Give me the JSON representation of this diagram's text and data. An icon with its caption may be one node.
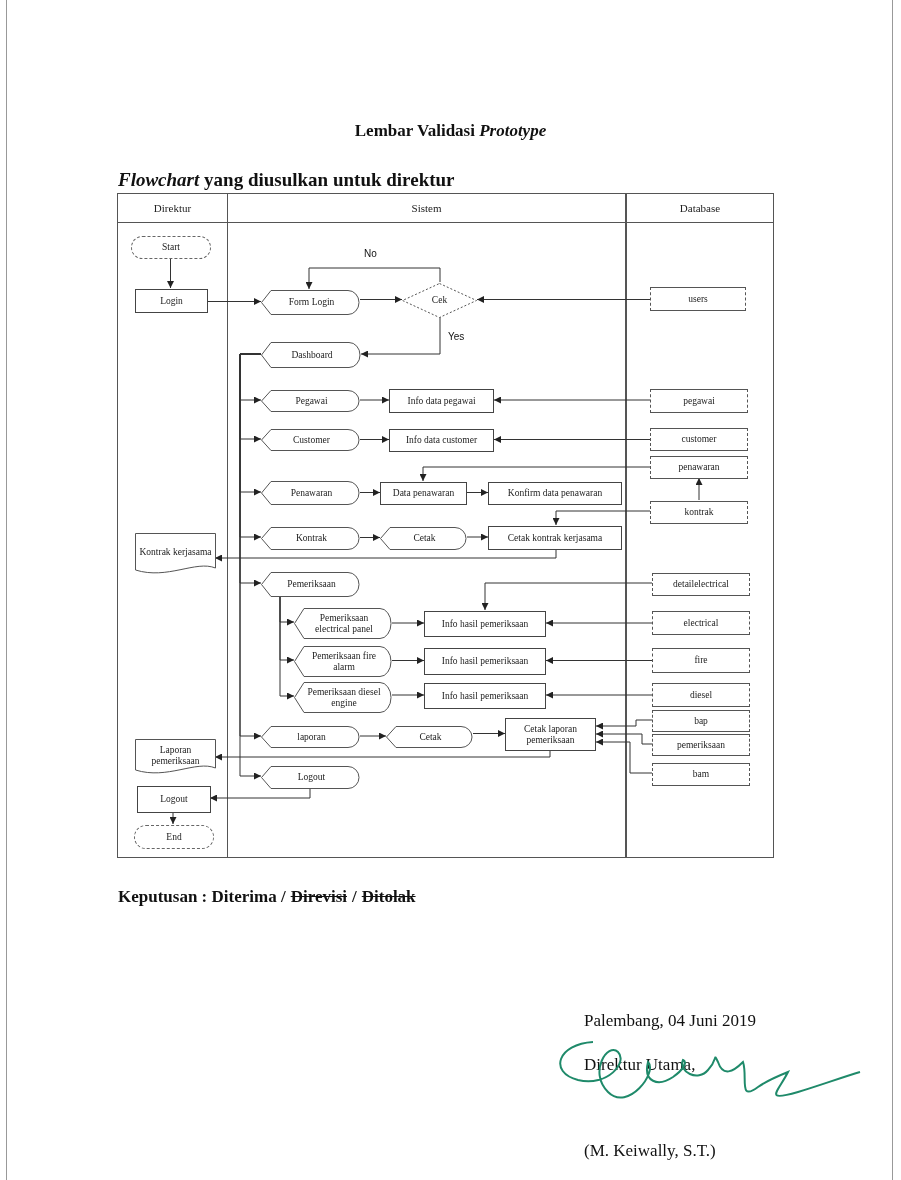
{
  "diagram": {
    "title": "Lembar Validasi *Prototype*",
    "nodes": [
      {
        "text": [
          "Direktur"
        ]
      },
      {
        "text": [
          "Sistem"
        ]
      },
      {
        "text": [
          "Database"
        ]
      },
      {
        "text": [
          "Start"
        ],
        "in": 0
      },
      {
        "text": [
          "Login"
        ],
        "in": 0
      },
      {
        "text": [
          "Form Login"
        ],
        "in": 1
      },
      {
        "text": [
          "Cek"
        ],
        "in": 1
      },
      {
        "text": [
          "users"
        ],
        "in": 2
      },
      {
        "text": [
          "Dashboard"
        ],
        "in": 1
      },
      {
        "text": [
          "Pegawai"
        ],
        "in": 1
      },
      {
        "text": [
          "Info data pegawai"
        ],
        "in": 1
      },
      {
        "text": [
          "pegawai"
        ],
        "in": 2
      },
      {
        "text": [
          "Customer"
        ],
        "in": 1
      },
      {
        "text": [
          "Info data customer"
        ],
        "in": 1
      },
      {
        "text": [
          "customer"
        ],
        "in": 2
      },
      {
        "text": [
          "penawaran"
        ],
        "in": 2
      },
      {
        "text": [
          "Penawaran"
        ],
        "in": 1
      },
      {
        "text": [
          "Data penawaran"
        ],
        "in": 1
      },
      {
        "text": [
          "Konfirm data penawaran"
        ],
        "in": 1
      },
      {
        "text": [
          "kontrak"
        ],
        "in": 2
      },
      {
        "text": [
          "Kontrak"
        ],
        "in": 1
      },
      {
        "text": [
          "Cetak"
        ],
        "in": 1
      },
      {
        "text": [
          "Cetak kontrak kerjasama"
        ],
        "in": 1
      },
      {
        "text": [
          "Kontrak kerjasama"
        ],
        "in": 0
      },
      {
        "text": [
          "Pemeriksaan"
        ],
        "in": 1
      },
      {
        "text": [
          "detailelectrical"
        ],
        "in": 2
      },
      {
        "text": [
          "Pemeriksaan electrical panel"
        ],
        "in": 1
      },
      {
        "text": [
          "Info hasil pemeriksaan"
        ],
        "in": 1
      },
      {
        "text": [
          "electrical"
        ],
        "in": 2
      },
      {
        "text": [
          "Pemeriksaan fire alarm"
        ],
        "in": 1
      },
      {
        "text": [
          "Info hasil pemeriksaan"
        ],
        "in": 1
      },
      {
        "text": [
          "fire"
        ],
        "in": 2
      },
      {
        "text": [
          "Pemeriksaan diesel engine"
        ],
        "in": 1
      },
      {
        "text": [
          "Info hasil pemeriksaan"
        ],
        "in": 1
      },
      {
        "text": [
          "diesel"
        ],
        "in": 2
      },
      {
        "text": [
          "laporan"
        ],
        "in": 1
      },
      {
        "text": [
          "Cetak"
        ],
        "in": 1
      },
      {
        "text": [
          "Cetak laporan pemeriksaan"
        ],
        "in": 1
      },
      {
        "text": [
          "bap"
        ],
        "in": 2
      },
      {
        "text": [
          "pemeriksaan"
        ],
        "in": 2
      },
      {
        "text": [
          "bam"
        ],
        "in": 2
      },
      {
        "text": [
          "Laporan pemeriksaan"
        ],
        "in": 0
      },
      {
        "text": [
          "Logout"
        ],
        "in": 1
      },
      {
        "text": [
          "Logout"
        ],
        "in": 0
      },
      {
        "text": [
          "End"
        ],
        "in": 0
      }
    ],
    "edges": [
      {
        "from": 3,
        "to": 4,
        "arrow": "to"
      },
      {
        "from": 4,
        "to": 5,
        "arrow": "to"
      },
      {
        "from": 5,
        "to": 6,
        "arrow": "to"
      },
      {
        "from": 6,
        "to": 5,
        "arrow": "to",
        "label": "No"
      },
      {
        "from": 6,
        "to": 8,
        "arrow": "to",
        "label": "Yes"
      },
      {
        "from": 7,
        "to": 6,
        "arrow": "to"
      },
      {
        "from": 8,
        "to": 9,
        "arrow": "to"
      },
      {
        "from": 8,
        "to": 12,
        "arrow": "to"
      },
      {
        "from": 8,
        "to": 16,
        "arrow": "to"
      },
      {
        "from": 8,
        "to": 20,
        "arrow": "to"
      },
      {
        "from": 8,
        "to": 24,
        "arrow": "to"
      },
      {
        "from": 8,
        "to": 35,
        "arrow": "to"
      },
      {
        "from": 8,
        "to": 42,
        "arrow": "to"
      },
      {
        "from": 9,
        "to": 10,
        "arrow": "to"
      },
      {
        "from": 11,
        "to": 10,
        "arrow": "to"
      },
      {
        "from": 12,
        "to": 13,
        "arrow": "to"
      },
      {
        "from": 14,
        "to": 13,
        "arrow": "to"
      },
      {
        "from": 15,
        "to": 17,
        "arrow": "to"
      },
      {
        "from": 16,
        "to": 17,
        "arrow": "to"
      },
      {
        "from": 17,
        "to": 18,
        "arrow": "to"
      },
      {
        "from": 19,
        "to": 15,
        "arrow": "to"
      },
      {
        "from": 19,
        "to": 22,
        "arrow": "to"
      },
      {
        "from": 20,
        "to": 21,
        "arrow": "to"
      },
      {
        "from": 21,
        "to": 22,
        "arrow": "to"
      },
      {
        "from": 22,
        "to": 23,
        "arrow": "to"
      },
      {
        "from": 24,
        "to": 26,
        "arrow": "to"
      },
      {
        "from": 24,
        "to": 29,
        "arrow": "to"
      },
      {
        "from": 24,
        "to": 32,
        "arrow": "to"
      },
      {
        "from": 25,
        "to": 27,
        "arrow": "to"
      },
      {
        "from": 26,
        "to": 27,
        "arrow": "to"
      },
      {
        "from": 28,
        "to": 27,
        "arrow": "to"
      },
      {
        "from": 29,
        "to": 30,
        "arrow": "to"
      },
      {
        "from": 31,
        "to": 30,
        "arrow": "to"
      },
      {
        "from": 32,
        "to": 33,
        "arrow": "to"
      },
      {
        "from": 34,
        "to": 33,
        "arrow": "to"
      },
      {
        "from": 35,
        "to": 36,
        "arrow": "to"
      },
      {
        "from": 36,
        "to": 37,
        "arrow": "to"
      },
      {
        "from": 38,
        "to": 37,
        "arrow": "to"
      },
      {
        "from": 39,
        "to": 37,
        "arrow": "to"
      },
      {
        "from": 40,
        "to": 37,
        "arrow": "to"
      },
      {
        "from": 37,
        "to": 41,
        "arrow": "to"
      },
      {
        "from": 42,
        "to": 43,
        "arrow": "to"
      },
      {
        "from": 43,
        "to": 44,
        "arrow": "to"
      }
    ],
    "labels": [
      "*Flowchart* yang diusulkan untuk direktur",
      "Keputusan : Diterima /",
      "Direvisi",
      "/",
      "Ditolak",
      "Palembang, 04 Juni 2019",
      "Direktur Utama,",
      "(M. Keiwally, S.T.)"
    ]
  }
}
